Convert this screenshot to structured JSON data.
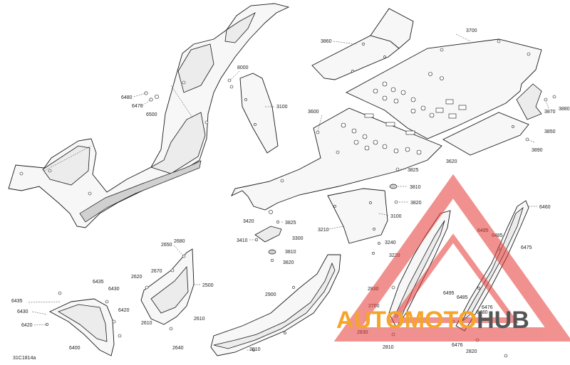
{
  "diagram_code": "31C1814a",
  "callouts": {
    "c3860": "3860",
    "c3700": "3700",
    "c8000": "8000",
    "c6480": "6480",
    "c6476": "6476",
    "c6500": "6500",
    "c3100a": "3100",
    "c3600": "3600",
    "c3870": "3870",
    "c3880": "3880",
    "c3850": "3850",
    "c3890": "3890",
    "c3620": "3620",
    "c3825a": "3825",
    "c3810a": "3810",
    "c3820a": "3820",
    "c3100b": "3100",
    "c3420": "3420",
    "c3825b": "3825",
    "c3300": "3300",
    "c3410": "3410",
    "c3810b": "3810",
    "c3820b": "3820",
    "c3210": "3210",
    "c3240": "3240",
    "c3220": "3220",
    "c6460": "6460",
    "c6495a": "6495",
    "c6485a": "6485",
    "c6475": "6475",
    "c2680": "2680",
    "c2650": "2650",
    "c2670": "2670",
    "c2620": "2620",
    "c2500": "2500",
    "c2900": "2900",
    "c6435a": "6435",
    "c6430a": "6430",
    "c6435b": "6435",
    "c6430b": "6430",
    "c6420a": "6420",
    "c6420b": "6420",
    "c6400": "6400",
    "c2610a": "2610",
    "c2610b": "2610",
    "c2640": "2640",
    "c3010": "3010",
    "c2830a": "2830",
    "c2700": "2700",
    "c2830b": "2830",
    "c2810": "2810",
    "c6495b": "6495",
    "c6485b": "6485",
    "c6476b": "6476",
    "c6480b": "6480",
    "c6476c": "6476",
    "c2820": "2820"
  },
  "watermark": {
    "word_part1": "AUTO",
    "word_part2": "MOTO",
    "word_part3": "HUB",
    "color_red": "#e53935",
    "color_orange": "#f4a52a",
    "color_dark": "#555555"
  }
}
